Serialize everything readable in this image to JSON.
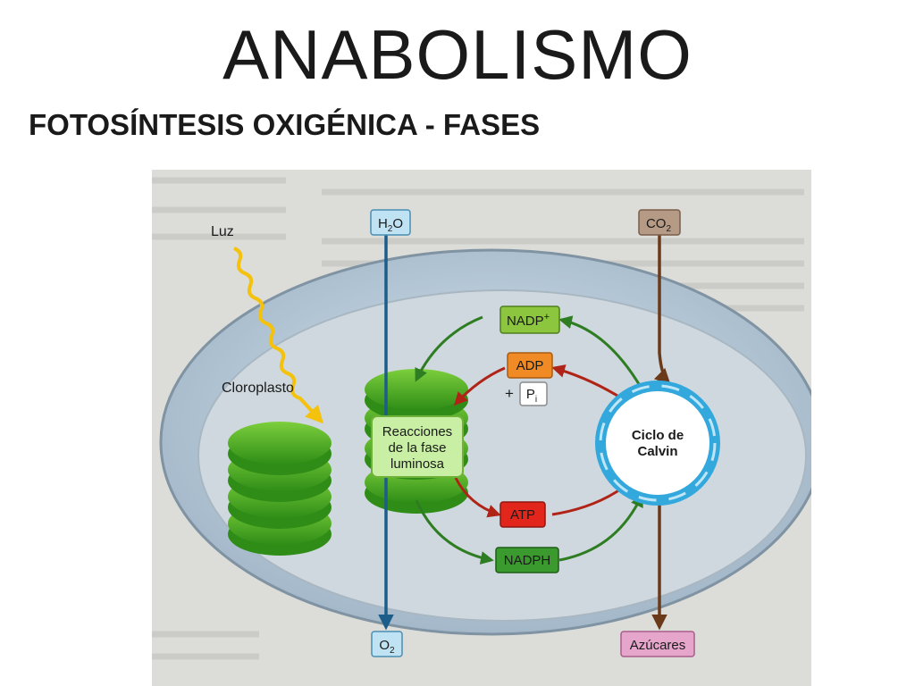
{
  "slide": {
    "title": "ANABOLISMO",
    "subtitle": "FOTOSÍNTESIS OXIGÉNICA - FASES"
  },
  "diagram": {
    "light_label": "Luz",
    "chloroplast_label": "Cloroplasto",
    "light_reactions": [
      "Reacciones",
      "de la fase",
      "luminosa"
    ],
    "calvin_cycle": [
      "Ciclo de",
      "Calvin"
    ],
    "inputs": {
      "water": "H",
      "water_sub": "2",
      "water_tail": "O",
      "co2": "CO",
      "co2_sub": "2"
    },
    "outputs": {
      "oxygen": "O",
      "oxygen_sub": "2",
      "sugars": "Azúcares"
    },
    "molecules": {
      "nadp": "NADP",
      "nadp_sup": "+",
      "adp": "ADP",
      "plus": "+",
      "pi": "P",
      "pi_sub": "i",
      "atp": "ATP",
      "nadph": "NADPH"
    },
    "colors": {
      "chlorophyll_green": "#3fa51f",
      "water_box": "#bfe3f2",
      "co2_box": "#b59a86",
      "sugar_box": "#e6a6cc",
      "nadp_box": "#8cc63e",
      "adp_box": "#f08a24",
      "atp_box": "#e2261b",
      "nadph_box": "#3b9a2e",
      "calvin_ring": "#33a8dd",
      "electron_arrow": "#1c5d8a",
      "carbon_arrow": "#6b3a1a",
      "light_wave": "#f4c20d"
    }
  }
}
